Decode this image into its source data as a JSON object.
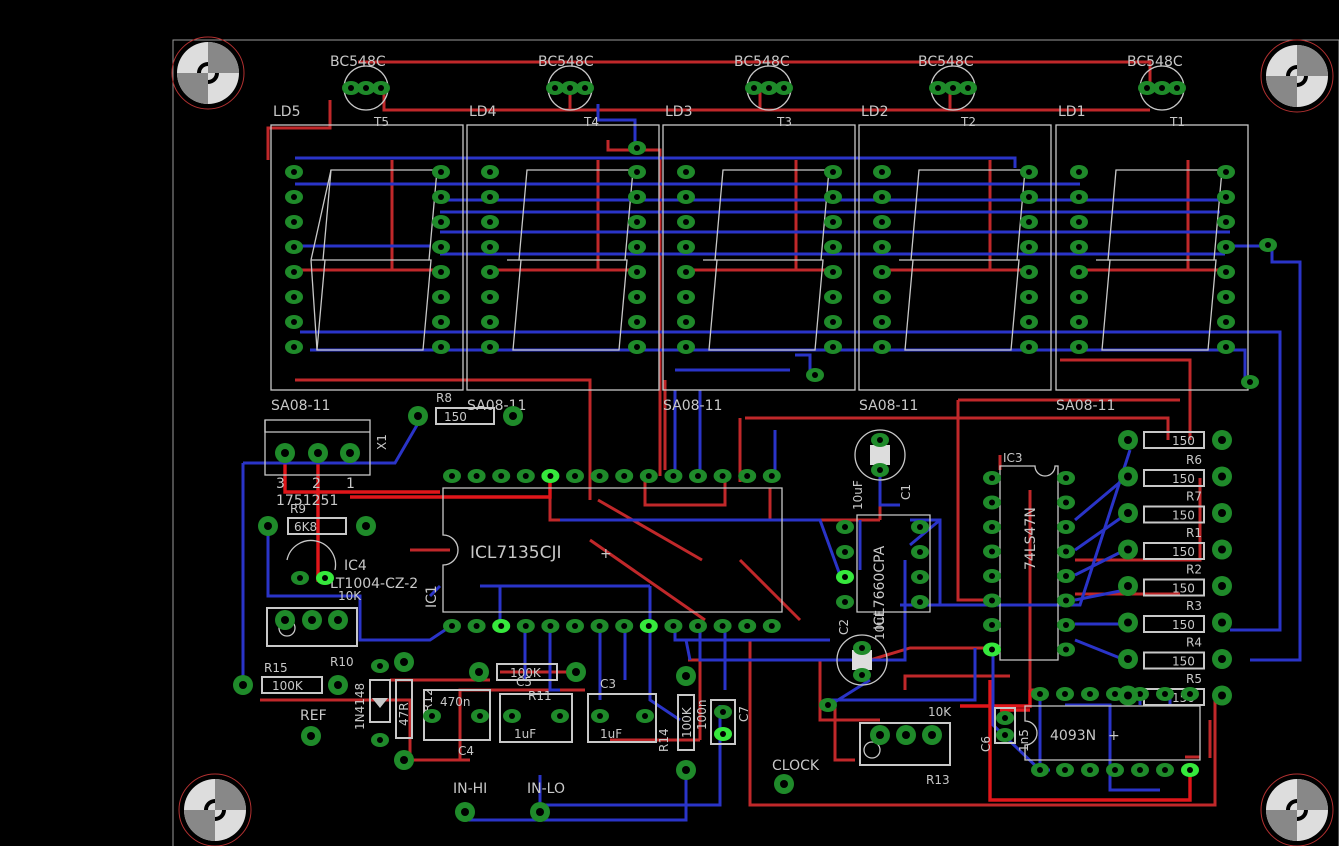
{
  "transistors": [
    {
      "part": "BC548C",
      "ref": "T5"
    },
    {
      "part": "BC548C",
      "ref": "T4"
    },
    {
      "part": "BC548C",
      "ref": "T3"
    },
    {
      "part": "BC548C",
      "ref": "T2"
    },
    {
      "part": "BC548C",
      "ref": "T1"
    }
  ],
  "displays": [
    {
      "ref": "LD5",
      "part": "SA08-11"
    },
    {
      "ref": "LD4",
      "part": "SA08-11"
    },
    {
      "ref": "LD3",
      "part": "SA08-11"
    },
    {
      "ref": "LD2",
      "part": "SA08-11"
    },
    {
      "ref": "LD1",
      "part": "SA08-11"
    }
  ],
  "ics": {
    "adc": {
      "part": "ICL7135CJI",
      "ref": "IC1"
    },
    "ic2": {
      "part": "ICL7660CPA",
      "ref": "IC2"
    },
    "ic3": {
      "part": "74LS47N",
      "ref": "IC3"
    },
    "ic4": {
      "part": "LT1004-CZ-2",
      "ref": "IC4"
    },
    "ic5": {
      "part": "4093N"
    }
  },
  "connector": {
    "ref": "X1",
    "part": "1751251",
    "pins": [
      "3",
      "2",
      "1"
    ]
  },
  "resistors": {
    "r8": {
      "ref": "R8",
      "value": "150"
    },
    "r9": {
      "ref": "R9",
      "value": "6K8"
    },
    "r15": {
      "ref": "R15",
      "value": "100K"
    },
    "r12": {
      "ref": "R12",
      "value": "47R"
    },
    "r11": {
      "ref": "R11",
      "value": "100K"
    },
    "r14": {
      "ref": "R14",
      "value": "100K"
    },
    "seg": [
      {
        "ref": "R6",
        "value": "150"
      },
      {
        "ref": "R7",
        "value": "150"
      },
      {
        "ref": "R1",
        "value": "150"
      },
      {
        "ref": "R2",
        "value": "150"
      },
      {
        "ref": "R3",
        "value": "150"
      },
      {
        "ref": "R4",
        "value": "150"
      },
      {
        "ref": "R5",
        "value": "150"
      }
    ],
    "seg0": {
      "value": "150"
    }
  },
  "trimmers": {
    "r10": {
      "ref": "R10",
      "value": "10K"
    },
    "r13": {
      "ref": "R13",
      "value": "10K"
    }
  },
  "caps": {
    "c1": {
      "ref": "C1",
      "value": "10uF"
    },
    "c2": {
      "ref": "C2",
      "value": "10uF"
    },
    "c4": {
      "ref": "C4",
      "value": "470n"
    },
    "c5": {
      "ref": "C5",
      "value": "1uF"
    },
    "c3": {
      "ref": "C3",
      "value": "1uF"
    },
    "c6": {
      "ref": "C6",
      "value": "1n5"
    },
    "c7": {
      "ref": "C7",
      "value": "100n"
    }
  },
  "diode": {
    "ref": "1N4148"
  },
  "test_points": {
    "ref": "REF",
    "in_hi": "IN-HI",
    "in_lo": "IN-LO",
    "clock": "CLOCK"
  },
  "colors": {
    "background": "#000000",
    "top_copper": "#c0282a",
    "bottom_copper": "#2a34c8",
    "pad": "#1f8a2a",
    "via": "#36e83c",
    "silkscreen": "#c8c8c8"
  }
}
